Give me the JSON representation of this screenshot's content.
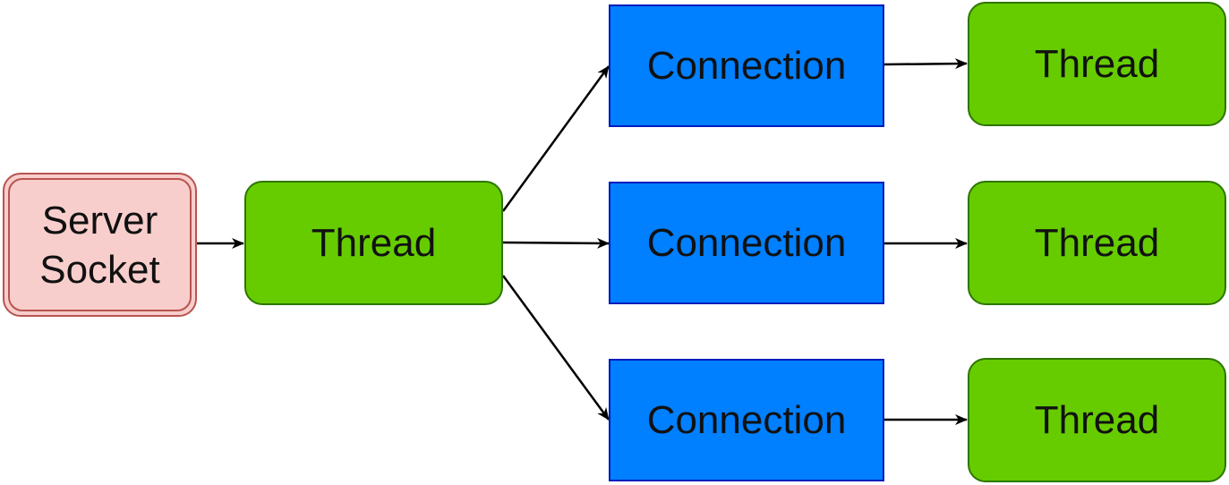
{
  "nodes": {
    "server_socket": {
      "line1": "Server",
      "line2": "Socket",
      "fill": "#f8cecc",
      "stroke": "#b85450"
    },
    "accept_thread": {
      "label": "Thread",
      "fill": "#66cc00",
      "stroke": "#2d7600"
    },
    "connections": [
      {
        "label": "Connection"
      },
      {
        "label": "Connection"
      },
      {
        "label": "Connection"
      }
    ],
    "connection_style": {
      "fill": "#007fff",
      "stroke": "#001dbc"
    },
    "worker_threads": [
      {
        "label": "Thread"
      },
      {
        "label": "Thread"
      },
      {
        "label": "Thread"
      }
    ]
  },
  "edge_color": "#000000"
}
